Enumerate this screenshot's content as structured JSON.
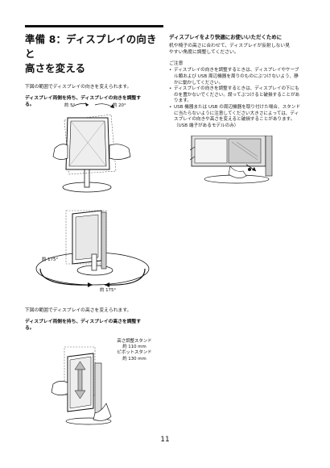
{
  "left": {
    "heading_line1": "準備 8：ディスプレイの向きと",
    "heading_line2": "高さを変える",
    "intro_angle": "下図の範囲でディスプレイの向きを変えられます。",
    "instruction_angle_l1": "ディスプレイ両側を持ち、ディスプレイの向きを調整す",
    "instruction_angle_l2": "る。",
    "tilt_label_front": "約 5°",
    "tilt_label_back": "約 20°",
    "swivel_label_left": "約 175°",
    "swivel_label_right": "約 175°",
    "intro_height": "下図の範囲でディスプレイの高さを変えられます。",
    "instruction_height_l1": "ディスプレイ両側を持ち、ディスプレイの高さを調整す",
    "instruction_height_l2": "る。",
    "stand_label_1": "高さ調整スタンド",
    "stand_value_1": "約 110 mm",
    "stand_label_2": "ピボットスタンド",
    "stand_value_2": "約 130 mm"
  },
  "right": {
    "title": "ディスプレイをより快適にお使いいただくために",
    "body_l1": "机や椅子の高さに合わせて、ディスプレイが反射しない見",
    "body_l2": "やすい角度に調整してください。",
    "note_label": "ご注意",
    "notes": [
      [
        "ディスプレイの向きを調整するときは、ディスプレイやケーブ",
        "ル類および USB 周辺機器を周りのものにぶつけないよう、静",
        "かに動かしてください。"
      ],
      [
        "ディスプレイの向きを調整するときは、ディスプレイの下にも",
        "のを置かないでください。誤ってぶつけると破損することがあ",
        "ります。"
      ],
      [
        "USB 機器または USB の周辺機器を取り付けた場合、スタンド",
        "に当たらないように注意してください大きさによっては、ディ",
        "スプレイの向きや高さを変えると破損することがあります。",
        "（USB 端子があるモデルのみ）"
      ]
    ],
    "bullet": "•"
  },
  "page_number": "11"
}
